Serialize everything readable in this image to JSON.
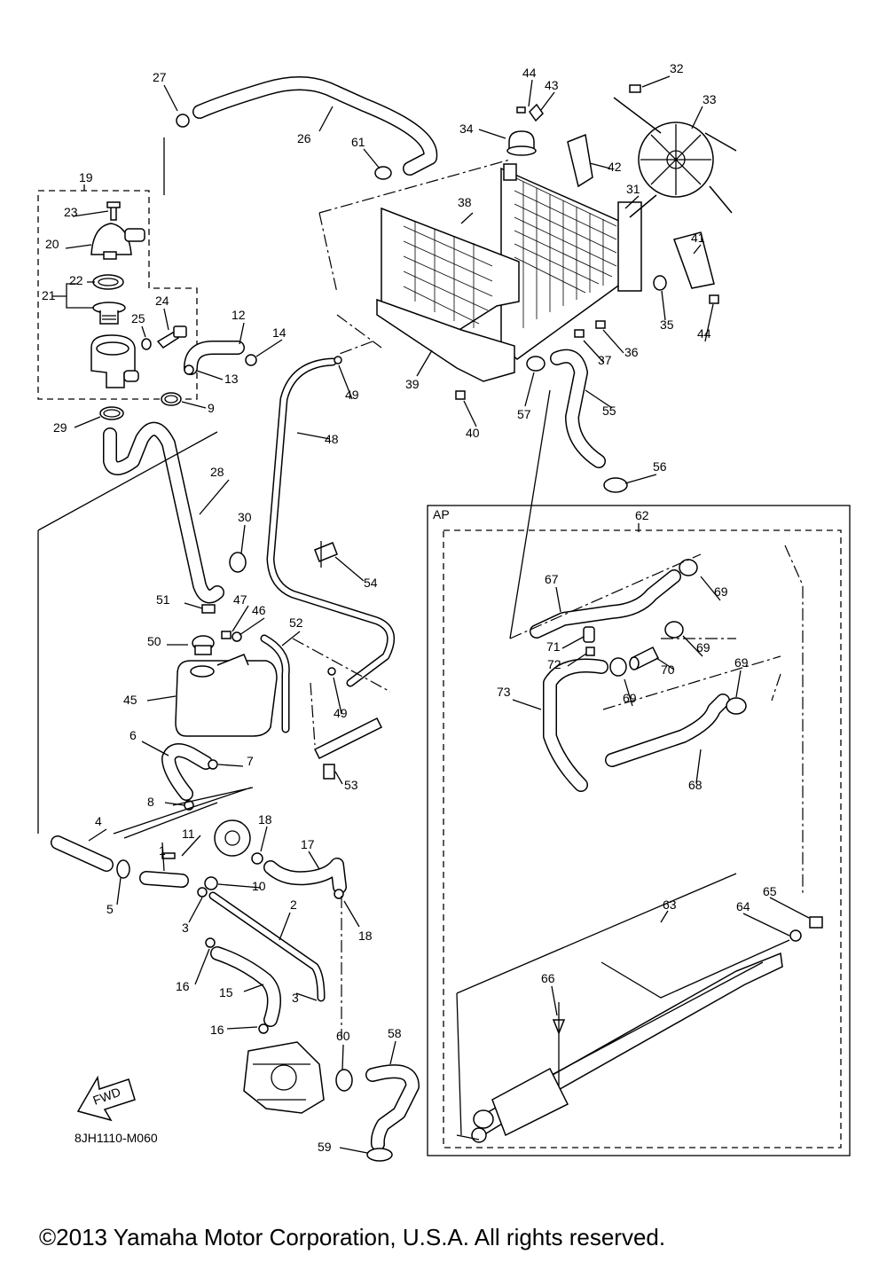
{
  "diagram_code": "8JH1110-M060",
  "copyright": "©2013 Yamaha Motor Corporation, U.S.A. All rights reserved.",
  "fwd_label": "FWD",
  "ap_label": "AP",
  "callouts": [
    "1",
    "2",
    "3",
    "3",
    "4",
    "5",
    "6",
    "7",
    "8",
    "9",
    "10",
    "11",
    "12",
    "13",
    "14",
    "15",
    "16",
    "16",
    "17",
    "18",
    "18",
    "19",
    "20",
    "21",
    "22",
    "23",
    "24",
    "25",
    "26",
    "27",
    "28",
    "29",
    "30",
    "31",
    "32",
    "33",
    "34",
    "35",
    "36",
    "37",
    "38",
    "39",
    "40",
    "41",
    "42",
    "43",
    "44",
    "44",
    "45",
    "46",
    "47",
    "48",
    "49",
    "49",
    "50",
    "51",
    "52",
    "53",
    "54",
    "55",
    "56",
    "57",
    "58",
    "59",
    "60",
    "61",
    "62",
    "63",
    "64",
    "65",
    "66",
    "67",
    "68",
    "69",
    "69",
    "69",
    "69",
    "70",
    "71",
    "72",
    "73"
  ]
}
